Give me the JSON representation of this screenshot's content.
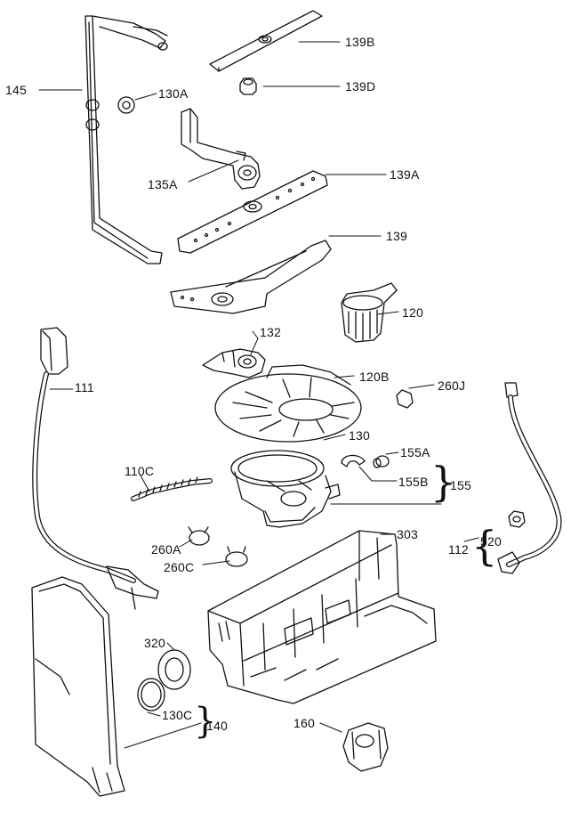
{
  "labels": {
    "l145": "145",
    "l130A": "130A",
    "l139B": "139B",
    "l139D": "139D",
    "l135A": "135A",
    "l139A": "139A",
    "l139": "139",
    "l120": "120",
    "l132": "132",
    "l111": "111",
    "l120B": "120B",
    "l260J": "260J",
    "l130": "130",
    "l155A": "155A",
    "l110C": "110C",
    "l155B": "155B",
    "l155": "155",
    "l303": "303",
    "l520": "520",
    "l112": "112",
    "l260A": "260A",
    "l260C": "260C",
    "l320": "320",
    "l130C": "130C",
    "l140": "140",
    "l160": "160"
  },
  "colors": {
    "ink": "#111111",
    "paper": "#ffffff"
  }
}
